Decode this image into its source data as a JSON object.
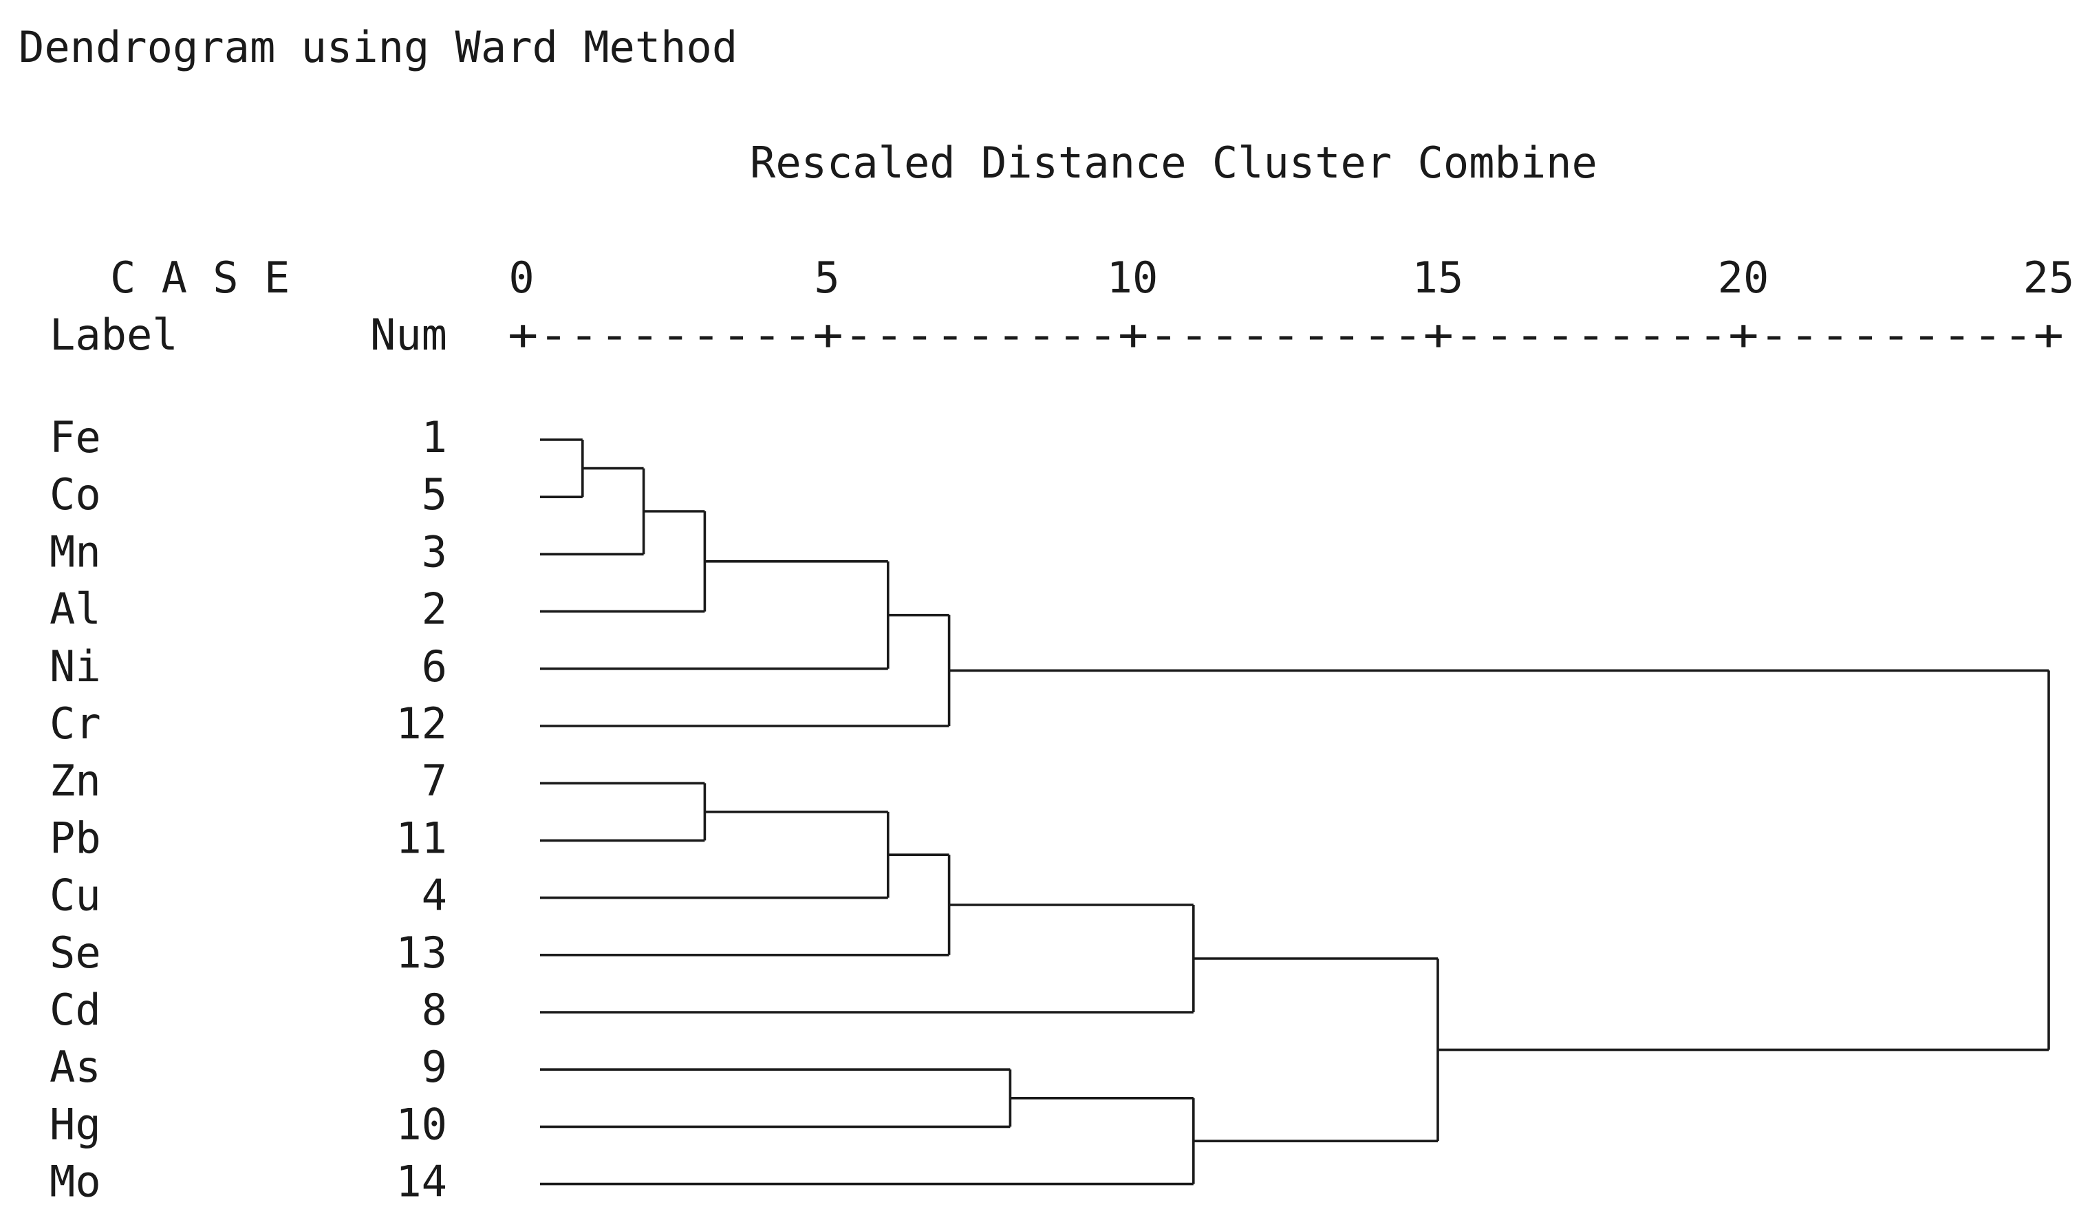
{
  "chart_data": {
    "type": "dendrogram",
    "title": "Dendrogram using Ward Method",
    "xlabel": "Rescaled Distance Cluster Combine",
    "header": {
      "case": "C A S E",
      "label": "Label",
      "num": "Num"
    },
    "xlim": [
      0,
      25
    ],
    "ticks": [
      "0",
      "5",
      "10",
      "15",
      "20",
      "25"
    ],
    "tick_values": [
      0,
      5,
      10,
      15,
      20,
      25
    ],
    "rule": "+---------+---------+---------+---------+---------+",
    "leaves": [
      {
        "label": "Fe",
        "num": "1"
      },
      {
        "label": "Co",
        "num": "5"
      },
      {
        "label": "Mn",
        "num": "3"
      },
      {
        "label": "Al",
        "num": "2"
      },
      {
        "label": "Ni",
        "num": "6"
      },
      {
        "label": "Cr",
        "num": "12"
      },
      {
        "label": "Zn",
        "num": "7"
      },
      {
        "label": "Pb",
        "num": "11"
      },
      {
        "label": "Cu",
        "num": "4"
      },
      {
        "label": "Se",
        "num": "13"
      },
      {
        "label": "Cd",
        "num": "8"
      },
      {
        "label": "As",
        "num": "9"
      },
      {
        "label": "Hg",
        "num": "10"
      },
      {
        "label": "Mo",
        "num": "14"
      }
    ],
    "merges": [
      {
        "a": "Fe",
        "b": "Co",
        "distance": 1
      },
      {
        "a": "Fe+Co",
        "b": "Mn",
        "distance": 2
      },
      {
        "a": "Fe+Co+Mn",
        "b": "Al",
        "distance": 3
      },
      {
        "a": "Fe+Co+Mn+Al",
        "b": "Ni",
        "distance": 6
      },
      {
        "a": "Fe+Co+Mn+Al+Ni",
        "b": "Cr",
        "distance": 7
      },
      {
        "a": "Zn",
        "b": "Pb",
        "distance": 3
      },
      {
        "a": "Zn+Pb",
        "b": "Cu",
        "distance": 6
      },
      {
        "a": "Zn+Pb+Cu",
        "b": "Se",
        "distance": 7
      },
      {
        "a": "Zn+Pb+Cu+Se",
        "b": "Cd",
        "distance": 11
      },
      {
        "a": "As",
        "b": "Hg",
        "distance": 8
      },
      {
        "a": "As+Hg",
        "b": "Mo",
        "distance": 11
      },
      {
        "a": "Zn+Pb+Cu+Se+Cd",
        "b": "As+Hg+Mo",
        "distance": 15
      },
      {
        "a": "Fe+Co+Mn+Al+Ni+Cr",
        "b": "Zn+Pb+Cu+Se+Cd+As+Hg+Mo",
        "distance": 25
      }
    ]
  }
}
